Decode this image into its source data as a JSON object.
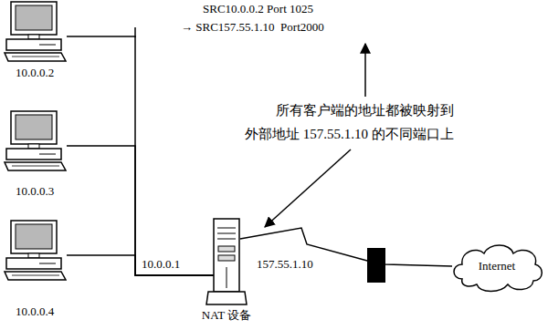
{
  "diagram": {
    "nodes": [
      {
        "text": [
          "10.0.0.2"
        ]
      },
      {
        "text": [
          "10.0.0.3"
        ]
      },
      {
        "text": [
          "10.0.0.4"
        ]
      },
      {
        "text": [
          "NAT 设备"
        ]
      },
      {
        "text": [
          "Internet"
        ]
      }
    ],
    "edges": [
      {
        "from": 0,
        "to": 3,
        "arrow": "none"
      },
      {
        "from": 1,
        "to": 3,
        "arrow": "none"
      },
      {
        "from": 2,
        "to": 3,
        "arrow": "none"
      },
      {
        "from": 3,
        "to": 4,
        "arrow": "none"
      }
    ],
    "labels": [
      "SRC10.0.0.2 Port 1025",
      "→ SRC157.55.1.10  Port2000",
      "所有客户端的地址都被映射到",
      "外部地址 157.55.1.10 的不同端口上",
      "10.0.0.1",
      "157.55.1.10"
    ]
  }
}
